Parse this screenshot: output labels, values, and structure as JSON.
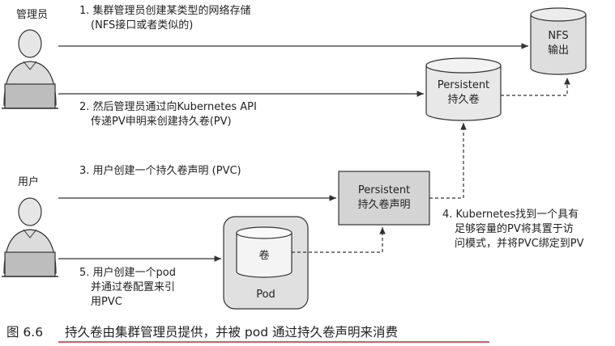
{
  "actors": {
    "admin_label": "管理员",
    "user_label": "用户"
  },
  "steps": {
    "step1": [
      "1.  集群管理员创建某类型的网络存储",
      "(NFS接口或者类似的)"
    ],
    "step2": [
      "2. 然后管理员通过向Kubernetes API",
      "传递PV申明来创建持久卷(PV)"
    ],
    "step3": [
      "3. 用户创建一个持久卷声明 (PVC)"
    ],
    "step4": [
      "4. Kubernetes找到一个具有",
      "足够容量的PV将其置于访",
      "问模式，并将PVC绑定到PV"
    ],
    "step5": [
      "5. 用户创建一个pod",
      "并通过卷配置来引",
      "用PVC"
    ]
  },
  "nodes": {
    "nfs": [
      "NFS",
      "输出"
    ],
    "pv": [
      "Persistent",
      "持久卷"
    ],
    "pvc": [
      "Persistent",
      "持久卷声明"
    ],
    "volume": "卷",
    "pod": "Pod"
  },
  "caption": {
    "number": "图 6.6",
    "text": "持久卷由集群管理员提供，并被 pod 通过持久卷声明来消费"
  },
  "colors": {
    "shape_fill": "#e2e2e2",
    "pvc_fill": "#d4d4d4",
    "line": "#333333",
    "caption_underline": "#c0282d"
  }
}
